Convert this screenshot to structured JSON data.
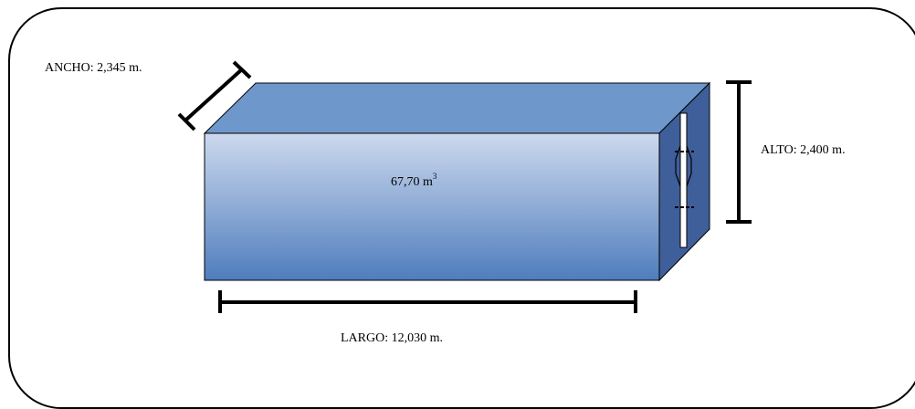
{
  "diagram": {
    "width_label": "ANCHO: 2,345 m.",
    "height_label": "ALTO: 2,400 m.",
    "length_label": "LARGO: 12,030 m.",
    "volume": {
      "value": "67,70 m",
      "superscript": "3"
    },
    "colors": {
      "top_face": "#6e97cc",
      "side_face": "#3f5f9a",
      "front_light": "#cdd9ee",
      "front_dark": "#4f7dbd",
      "outline": "#000000",
      "door_strip": "#ffffff"
    }
  }
}
